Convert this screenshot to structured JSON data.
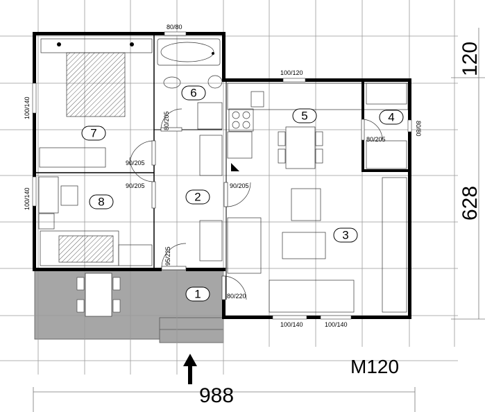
{
  "rooms": [
    "1",
    "2",
    "3",
    "4",
    "5",
    "6",
    "7",
    "8"
  ],
  "openings": {
    "top_bath": "80/80",
    "top_kitchen": "100/120",
    "left_7": "100/140",
    "left_8": "100/140",
    "door_6": "80/205",
    "door_7": "90/205",
    "door_8": "90/205",
    "door_5": "90/205",
    "door_4": "80/205",
    "right_4": "80/80",
    "door_entry": "95/225",
    "door_terrace": "80/220",
    "bottom_1": "100/140",
    "bottom_2": "100/140"
  },
  "dimensions": {
    "width": "988",
    "depth": "628",
    "overhang": "120"
  },
  "model": "M120",
  "colors": {
    "terrace": "#a6a6a6",
    "wall": "#000000",
    "grid": "#999999"
  },
  "icons": [
    "entrance-arrow-icon"
  ]
}
